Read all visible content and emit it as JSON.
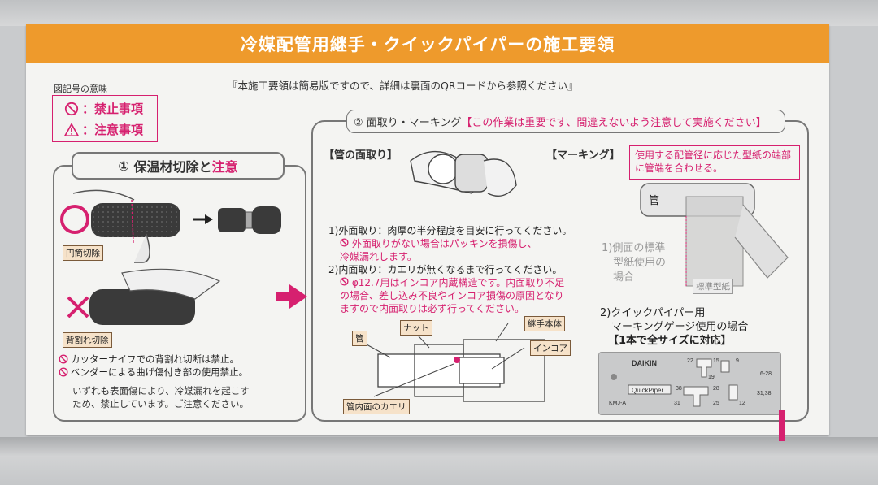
{
  "banner": {
    "title": "冷媒配管用継手・クイックパイパーの施工要領"
  },
  "top_note": "『本施工要領は簡易版ですので、詳細は裏面のQRコードから参照ください』",
  "legend": {
    "title": "図記号の意味",
    "prohibited": "：禁止事項",
    "caution": "：注意事項"
  },
  "step1": {
    "num": "①",
    "title_a": "保温材切除と",
    "title_b": "注意",
    "tag_cylinder": "円筒切除",
    "tag_split": "背割れ切除",
    "warn1": "カッターナイフでの背割れ切断は禁止。",
    "warn2": "ベンダーによる曲げ傷付き部の使用禁止。",
    "note1": "いずれも表面傷により、冷媒漏れを起こす",
    "note2": "ため、禁止しています。ご注意ください。"
  },
  "step2": {
    "title_a": "② 面取り・マーキング",
    "title_b": "【この作業は重要です、間違えないよう注意して実施ください】",
    "chamfer_label": "【管の面取り】",
    "marking_label": "【マーキング】",
    "callout": "使用する配管径に応じた型紙の端部に管端を合わせる。",
    "pipe_label": "管",
    "t1": "1)外面取り：肉厚の半分程度を目安に行ってください。",
    "t2": "外面取りがない場合はパッキンを損傷し、",
    "t3": "冷媒漏れします。",
    "t4": "2)内面取り：カエリが無くなるまで行ってください。",
    "t5": "φ12.7用はインコア内蔵構造です。内面取り不足",
    "t6": "の場合、差し込み不良やインコア損傷の原因となり",
    "t7": "ますので内面取りは必ず行ってください。",
    "side1": "1)側面の標準",
    "side2": "型紙使用の",
    "side3": "場合",
    "std_paper": "標準型紙",
    "gauge_title1": "2)クイックパイパー用",
    "gauge_title2": "マーキングゲージ使用の場合",
    "gauge_title3": "【1本で全サイズに対応】",
    "diag_pipe": "管",
    "diag_nut": "ナット",
    "diag_body": "継手本体",
    "diag_incore": "インコア",
    "diag_burr": "管内面のカエリ",
    "gauge_brand": "DAIKIN",
    "gauge_product": "QuickPiper",
    "gauge_model": "KMJ-A",
    "gauge_nums": [
      "22",
      "15",
      "9",
      "19",
      "6-28",
      "38",
      "28",
      "31",
      "25",
      "12",
      "31,38"
    ]
  },
  "colors": {
    "accent": "#ee9a2c",
    "warning": "#d6206f"
  }
}
